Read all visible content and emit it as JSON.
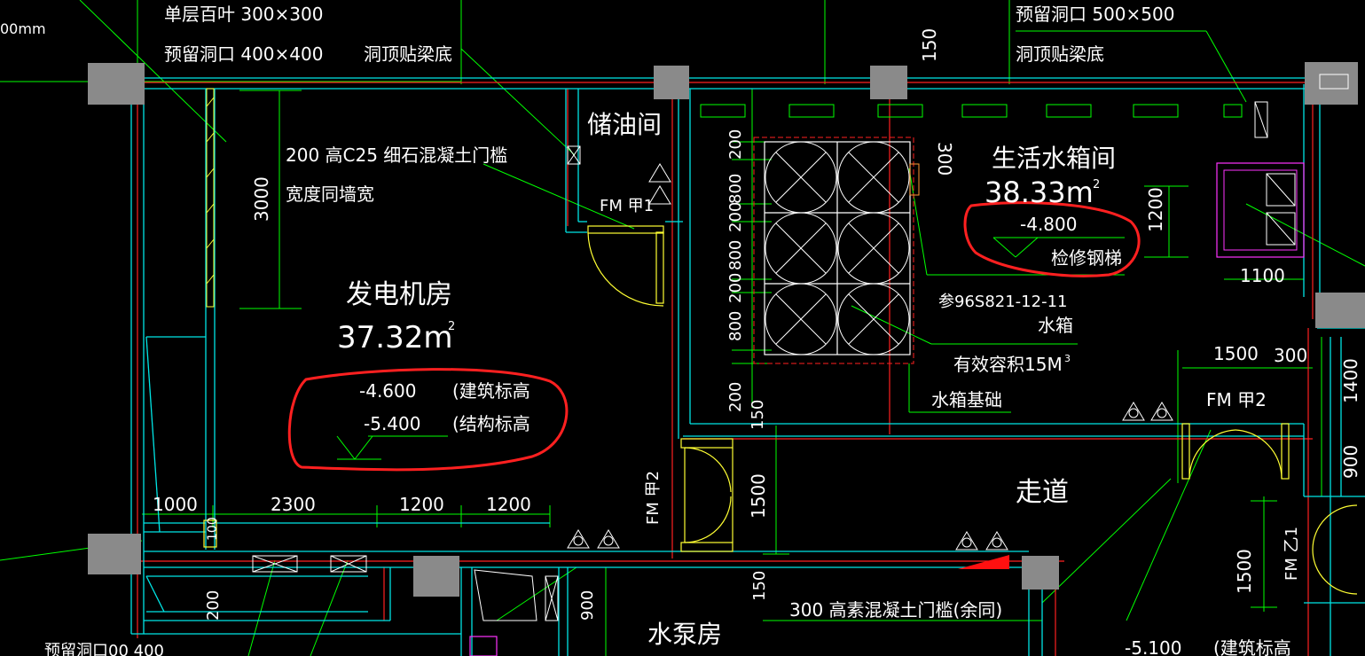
{
  "colors": {
    "background": "#000000",
    "wall": "#00e5e5",
    "axis": "#ff2020",
    "leader": "#00ff00",
    "text": "#ffffff",
    "annot": "#ff2020",
    "door": "#ffff33",
    "pier": "#8a8a8a",
    "equipment": "#ff33ff"
  },
  "notes": {
    "top_louver": "单层百叶 300×300",
    "top_opening": "预留洞口 400×400",
    "top_opening_beam": "洞顶贴梁底",
    "top_right_opening": "预留洞口 500×500",
    "top_right_beam": "洞顶贴梁底",
    "left_edge_partial": "00mm",
    "sill_line1": "200  高C25  细石混凝土门槛",
    "sill_line2": "宽度同墙宽",
    "bottom_sill": "300  高素混凝土门槛(余同)",
    "bottom_left_partial": "预留洞口00 400",
    "tank_ref": "参96S821-12-11",
    "tank_label": "水箱",
    "tank_capacity": "有效容积15M",
    "tank_capacity_sup": "3",
    "tank_base": "水箱基础",
    "ladder": "检修钢梯"
  },
  "rooms": {
    "generator": {
      "name": "发电机房",
      "area": "37.32m",
      "sup": "2"
    },
    "oil": {
      "name": "储油间"
    },
    "water_tank": {
      "name": "生活水箱间",
      "area": "38.33m",
      "sup": "2"
    },
    "corridor": {
      "name": "走道"
    },
    "pump": {
      "name": "水泵房"
    }
  },
  "levels": {
    "gen_arch": "-4.600",
    "gen_arch_note": "(建筑标高",
    "gen_struct": "-5.400",
    "gen_struct_note": "(结构标高",
    "tank_level": "-4.800",
    "bottom_level": "-5.100",
    "bottom_level_note": "(建筑标高"
  },
  "doors": {
    "fm1": "FM  甲1",
    "fm2_right": "FM  甲2",
    "fm2_vertical": "FM  甲2",
    "fm_yi1": "FM  乙1"
  },
  "dims": {
    "d150_top": "150",
    "d300_top": "300",
    "d3000": "3000",
    "d200_a": "200",
    "d800_a": "800",
    "d200_b": "200",
    "d800_b": "800",
    "d200_c": "200",
    "d800_c": "800",
    "d200_d": "200",
    "d1200_r": "1200",
    "d1100": "1100",
    "d1500_r": "1500",
    "d300_r": "300",
    "d1400": "1400",
    "d900_r": "900",
    "d1000": "1000",
    "d2300": "2300",
    "d1200_a": "1200",
    "d1200_b": "1200",
    "d100": "100",
    "d200_bl": "200",
    "d150_mid": "150",
    "d1500_mid": "1500",
    "d900_bot": "900",
    "d150_bot": "150",
    "d1500_br": "1500"
  }
}
